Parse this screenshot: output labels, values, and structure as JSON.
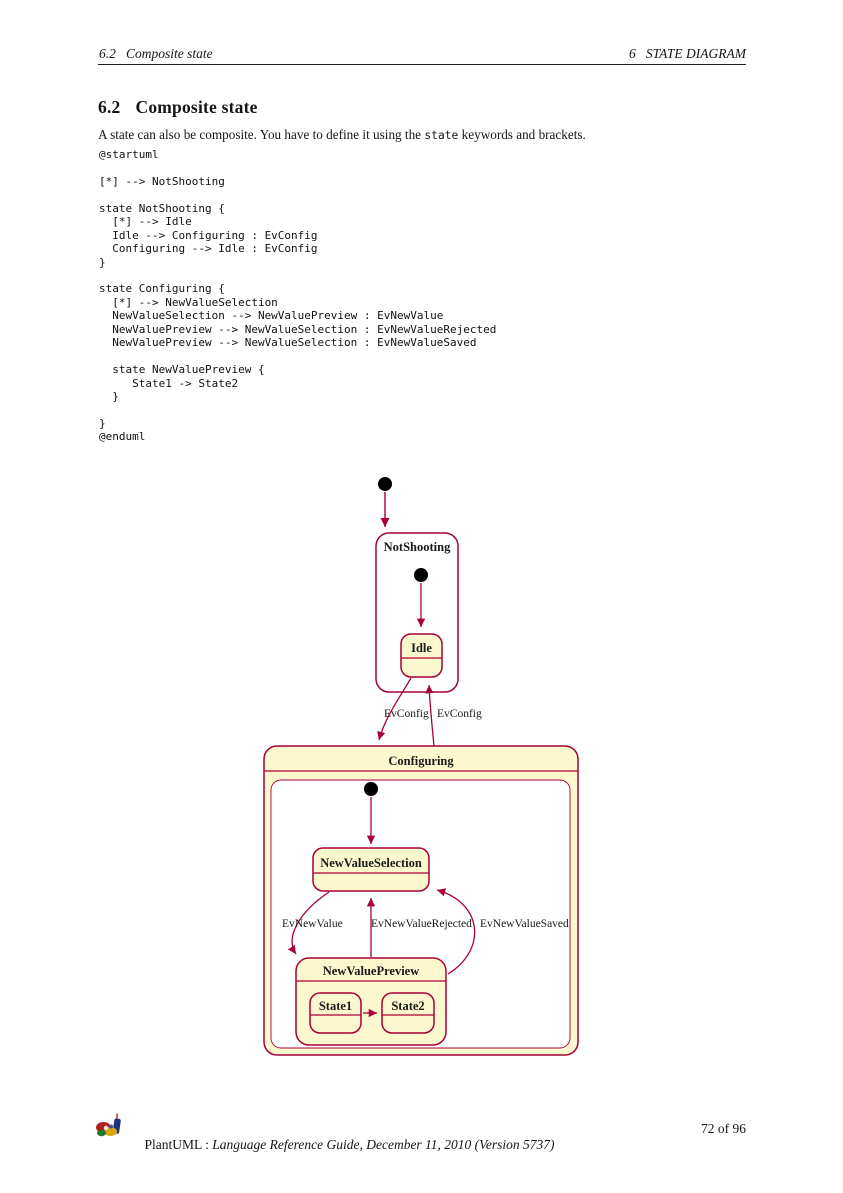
{
  "page": {
    "header": {
      "left": "6.2   Composite state",
      "right": "6   STATE DIAGRAM"
    },
    "section": {
      "number": "6.2",
      "title": "Composite state"
    },
    "intro": {
      "pre": "A state can also be composite. You have to define it using the ",
      "keyword": "state",
      "post": " keywords and brackets."
    },
    "code_lines": [
      "@startuml",
      "",
      "[*] --> NotShooting",
      "",
      "state NotShooting {",
      "  [*] --> Idle",
      "  Idle --> Configuring : EvConfig",
      "  Configuring --> Idle : EvConfig",
      "}",
      "",
      "state Configuring {",
      "  [*] --> NewValueSelection",
      "  NewValueSelection --> NewValuePreview : EvNewValue",
      "  NewValuePreview --> NewValueSelection : EvNewValueRejected",
      "  NewValuePreview --> NewValueSelection : EvNewValueSaved",
      "",
      "  state NewValuePreview {",
      "     State1 -> State2",
      "  }",
      "",
      "}",
      "@enduml"
    ],
    "footer": {
      "brand": "PlantUML : ",
      "doc_title": "Language Reference Guide, December 11, 2010 (Version 5737)",
      "page_number": "72 of 96"
    }
  },
  "diagram": {
    "type": "uml-state-diagram",
    "colors": {
      "line": "#A80036",
      "state_fill": "#FBF7CE",
      "composite_body": "#FFFFFF",
      "initial_dot": "#000000"
    },
    "states": {
      "not_shooting": "NotShooting",
      "idle": "Idle",
      "configuring": "Configuring",
      "new_value_selection": "NewValueSelection",
      "new_value_preview": "NewValuePreview",
      "state1": "State1",
      "state2": "State2"
    },
    "transitions": {
      "ev_config_out": "EvConfig",
      "ev_config_in": "EvConfig",
      "ev_new_value": "EvNewValue",
      "ev_new_value_rejected": "EvNewValueRejected",
      "ev_new_value_saved": "EvNewValueSaved"
    }
  }
}
